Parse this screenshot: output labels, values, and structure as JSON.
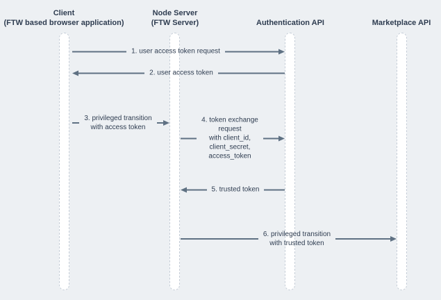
{
  "theme": {
    "background": "#edf0f3",
    "line": "#5f7183",
    "ink": "#2e3c50",
    "lifeline_fill": "#ffffff",
    "lifeline_border": "#c5cdd7"
  },
  "diagram": {
    "type": "sequence-diagram",
    "participants": [
      {
        "name": "Client",
        "subtitle": "(FTW based browser application)"
      },
      {
        "name": "Node Server",
        "subtitle": "(FTW Server)"
      },
      {
        "name": "Authentication API",
        "subtitle": ""
      },
      {
        "name": "Marketplace API",
        "subtitle": ""
      }
    ],
    "messages": [
      {
        "direction": "right",
        "from": "Client",
        "to": "Authentication API",
        "lines": [
          "1. user access token request"
        ]
      },
      {
        "direction": "left",
        "from": "Authentication API",
        "to": "Client",
        "lines": [
          "2. user access token"
        ]
      },
      {
        "direction": "right",
        "from": "Client",
        "to": "Node Server",
        "lines": [
          "3. privileged transition",
          "with access token"
        ]
      },
      {
        "direction": "right",
        "from": "Node Server",
        "to": "Authentication API",
        "lines": [
          "4. token exchange",
          "request",
          "with client_id,",
          "client_secret,",
          "access_token"
        ]
      },
      {
        "direction": "left",
        "from": "Authentication API",
        "to": "Node Server",
        "lines": [
          "5. trusted token"
        ]
      },
      {
        "direction": "right",
        "from": "Node Server",
        "to": "Marketplace API",
        "lines": [
          "6. privileged transition",
          "with trusted token"
        ]
      }
    ]
  }
}
